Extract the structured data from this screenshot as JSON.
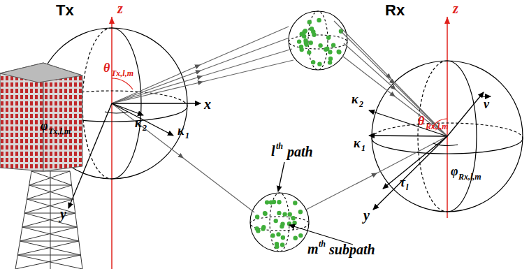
{
  "diagram": {
    "labels": [
      "Tx",
      "z",
      "x",
      "θ",
      "Tx,l,m",
      "φ",
      "Tx,l,m",
      "κ",
      "2",
      "κ",
      "1",
      "y",
      "Rx",
      "z",
      "v",
      "κ",
      "2",
      "θ",
      "Rx,l,m",
      "κ",
      "1",
      "φ",
      "Rx,l,m",
      "τ",
      "l",
      "y",
      "l",
      "th",
      "path",
      "m",
      "th",
      "subpath"
    ]
  }
}
